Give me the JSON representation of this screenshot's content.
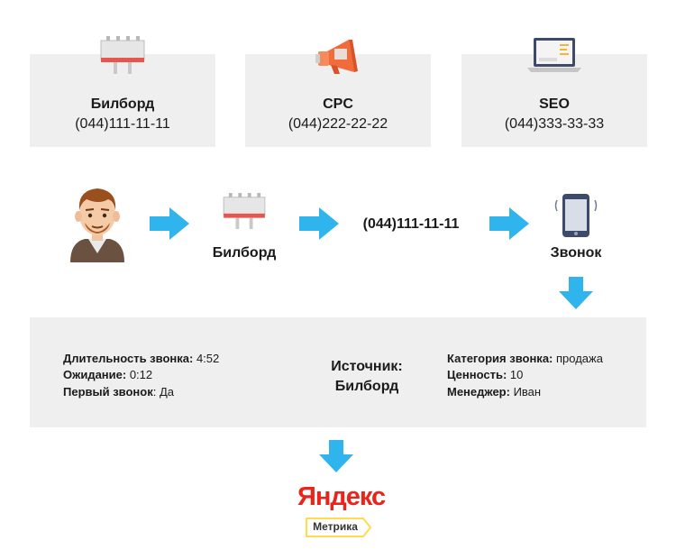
{
  "cards": [
    {
      "title": "Билборд",
      "phone": "(044)111-11-11",
      "icon": "billboard-icon"
    },
    {
      "title": "CPC",
      "phone": "(044)222-22-22",
      "icon": "megaphone-icon"
    },
    {
      "title": "SEO",
      "phone": "(044)333-33-33",
      "icon": "laptop-icon"
    }
  ],
  "flow": {
    "billboard_label": "Билборд",
    "phone_number": "(044)111-11-11",
    "call_label": "Звонок"
  },
  "info": {
    "duration_label": "Длительность звонка:",
    "duration_value": " 4:52",
    "wait_label": "Ожидание:",
    "wait_value": " 0:12",
    "first_label": "Первый звонок",
    "first_value": ": Да",
    "source_label": "Источник:",
    "source_value": "Билборд",
    "category_label": "Категория звонка:",
    "category_value": " продажа",
    "value_label": "Ценность:",
    "value_value": " 10",
    "manager_label": "Менеджер:",
    "manager_value": " Иван"
  },
  "logo": {
    "yandex": "Яндекс",
    "metrika": "Метрика"
  },
  "colors": {
    "arrow": "#2fb4ee",
    "card_bg": "#efefef",
    "yandex_red": "#e8241b",
    "metrika_yellow": "#ffdb4d"
  }
}
